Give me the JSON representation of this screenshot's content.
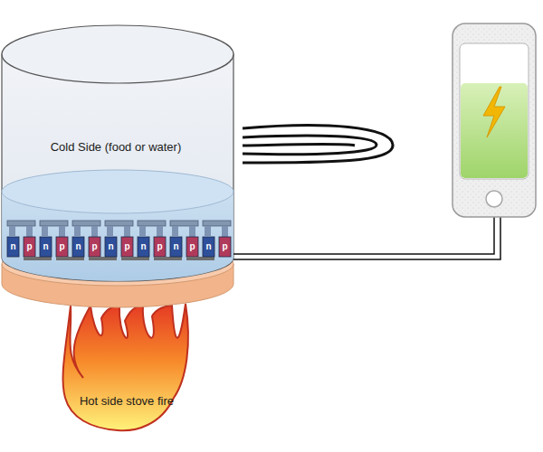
{
  "diagram": {
    "nodes": [
      {
        "text": [
          "Cold Side (food or water)"
        ]
      },
      {
        "text": [
          "Hot side stove fire"
        ]
      }
    ],
    "labels": [
      "n",
      "p",
      "n",
      "p",
      "n",
      "p",
      "n",
      "p",
      "n",
      "p",
      "n",
      "p",
      "n",
      "p"
    ]
  }
}
